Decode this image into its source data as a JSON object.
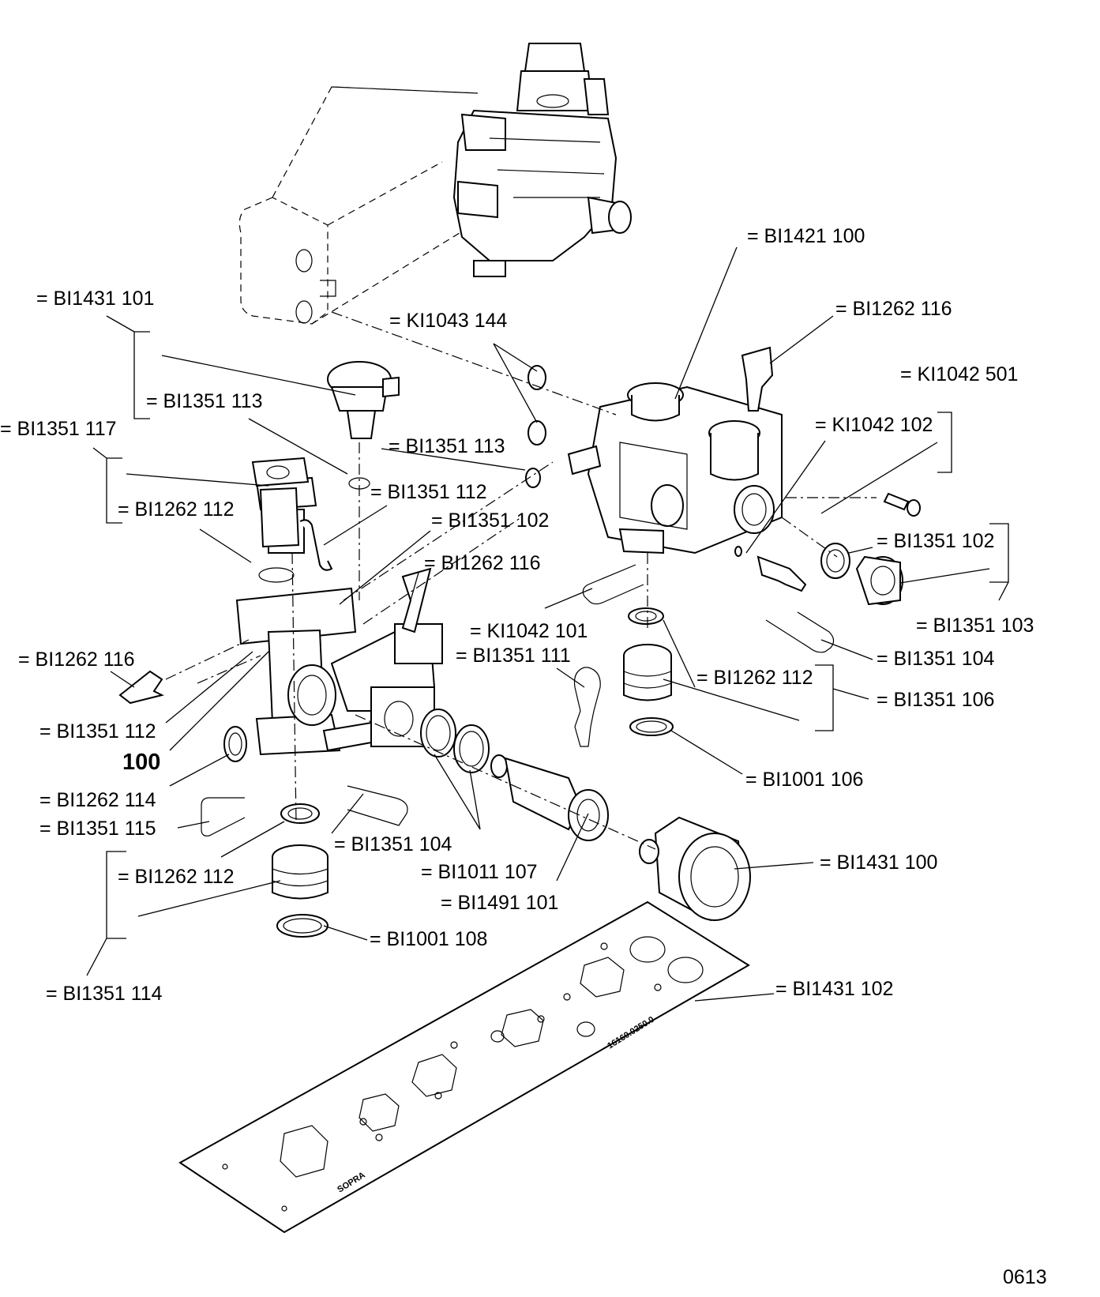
{
  "drawing_number": "0613",
  "assembly_number": "100",
  "plate_marking_1": "16160.0250.0",
  "plate_marking_2": "SOPRA",
  "labels": [
    "= BI1421 100",
    "= BI1262 116",
    "= KI1042 501",
    "= KI1042 102",
    "= BI1351 102",
    "= BI1351 103",
    "= BI1351 104",
    "= BI1262 112",
    "= BI1351 106",
    "= BI1001 106",
    "= BI1431 100",
    "= BI1431 102",
    "= BI1431 101",
    "= KI1043 144",
    "= BI1351 113",
    "= BI1351 117",
    "= BI1351 113",
    "= BI1351 112",
    "= BI1351 102",
    "= BI1262 112",
    "= BI1262 116",
    "= KI1042 101",
    "= BI1351 111",
    "= BI1262 116",
    "= BI1351 112",
    "= BI1262 114",
    "= BI1351 115",
    "= BI1351 104",
    "= BI1011 107",
    "= BI1491 101",
    "= BI1262 112",
    "= BI1001 108",
    "= BI1351 114"
  ]
}
